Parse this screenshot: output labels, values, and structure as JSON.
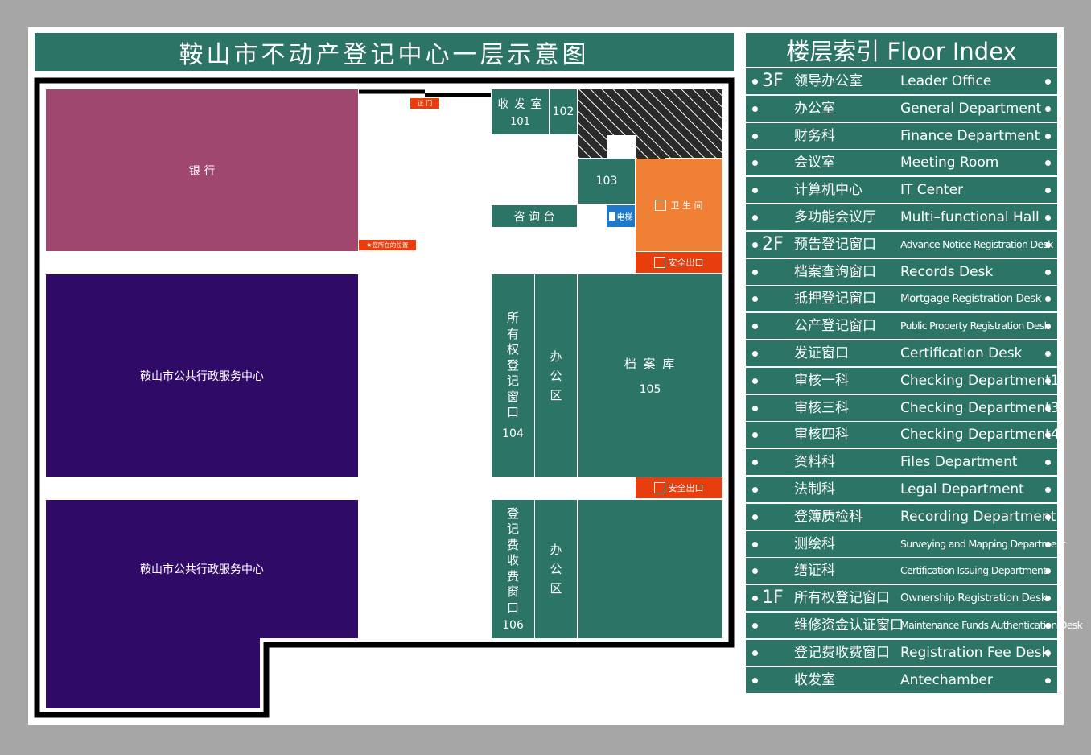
{
  "map": {
    "title": "鞍山市不动产登记中心一层示意图",
    "rooms": {
      "bank": "银 行",
      "admin_center_1": "鞍山市公共行政服务中心",
      "admin_center_2": "鞍山市公共行政服务中心",
      "main_gate": "正 门",
      "you_are_here": "★您所在的位置",
      "mailroom_name": "收 发 室",
      "mailroom_num": "101",
      "room_102": "102",
      "room_103": "103",
      "info_desk": "咨 询 台",
      "elevator": "电梯",
      "restroom": "卫 生 间",
      "exit_1": "安全出口",
      "exit_2": "安全出口",
      "ownership_chars": [
        "所",
        "有",
        "权",
        "登",
        "记",
        "窗",
        "口"
      ],
      "ownership_num": "104",
      "office_a_chars": [
        "办",
        "公",
        "区"
      ],
      "archive_name": "档 案 库",
      "archive_num": "105",
      "fee_chars": [
        "登",
        "记",
        "费",
        "收",
        "费",
        "窗",
        "口"
      ],
      "fee_num": "106",
      "office_b_chars": [
        "办",
        "公",
        "区"
      ]
    },
    "colors": {
      "teal": "#2c7466",
      "bank": "#a0476f",
      "admin": "#2f0a66",
      "orange": "#f08035",
      "red": "#e83d0c",
      "elevator": "#1f78c8"
    }
  },
  "floor_index": {
    "title": "楼层索引 Floor Index",
    "rows": [
      {
        "floor": "3F",
        "zh": "领导办公室",
        "en": "Leader Office",
        "size": ""
      },
      {
        "floor": "",
        "zh": "办公室",
        "en": "General Department",
        "size": ""
      },
      {
        "floor": "",
        "zh": "财务科",
        "en": "Finance Department",
        "size": ""
      },
      {
        "floor": "",
        "zh": "会议室",
        "en": "Meeting Room",
        "size": ""
      },
      {
        "floor": "",
        "zh": "计算机中心",
        "en": "IT Center",
        "size": ""
      },
      {
        "floor": "",
        "zh": "多功能会议厅",
        "en": "Multi–functional Hall",
        "size": ""
      },
      {
        "floor": "2F",
        "zh": "预告登记窗口",
        "en": "Advance Notice Registration Desk",
        "size": "xs"
      },
      {
        "floor": "",
        "zh": "档案查询窗口",
        "en": "Records Desk",
        "size": ""
      },
      {
        "floor": "",
        "zh": "抵押登记窗口",
        "en": "Mortgage Registration Desk",
        "size": "sm"
      },
      {
        "floor": "",
        "zh": "公产登记窗口",
        "en": "Public Property Registration Desk",
        "size": "xs"
      },
      {
        "floor": "",
        "zh": "发证窗口",
        "en": "Certification Desk",
        "size": ""
      },
      {
        "floor": "",
        "zh": "审核一科",
        "en": "Checking Department1",
        "size": ""
      },
      {
        "floor": "",
        "zh": "审核三科",
        "en": "Checking Department3",
        "size": ""
      },
      {
        "floor": "",
        "zh": "审核四科",
        "en": "Checking Department4",
        "size": ""
      },
      {
        "floor": "",
        "zh": "资料科",
        "en": "Files Department",
        "size": ""
      },
      {
        "floor": "",
        "zh": "法制科",
        "en": "Legal Department",
        "size": ""
      },
      {
        "floor": "",
        "zh": "登簿质检科",
        "en": "Recording Department",
        "size": ""
      },
      {
        "floor": "",
        "zh": "测绘科",
        "en": "Surveying and Mapping Department",
        "size": "xs"
      },
      {
        "floor": "",
        "zh": "缮证科",
        "en": "Certification Issuing Department",
        "size": "xs"
      },
      {
        "floor": "1F",
        "zh": "所有权登记窗口",
        "en": "Ownership Registration Desk",
        "size": "sm"
      },
      {
        "floor": "",
        "zh": "维修资金认证窗口",
        "en": "Maintenance Funds Authentication Desk",
        "size": "xs"
      },
      {
        "floor": "",
        "zh": "登记费收费窗口",
        "en": "Registration Fee Desk",
        "size": ""
      },
      {
        "floor": "",
        "zh": "收发室",
        "en": "Antechamber",
        "size": ""
      }
    ]
  }
}
